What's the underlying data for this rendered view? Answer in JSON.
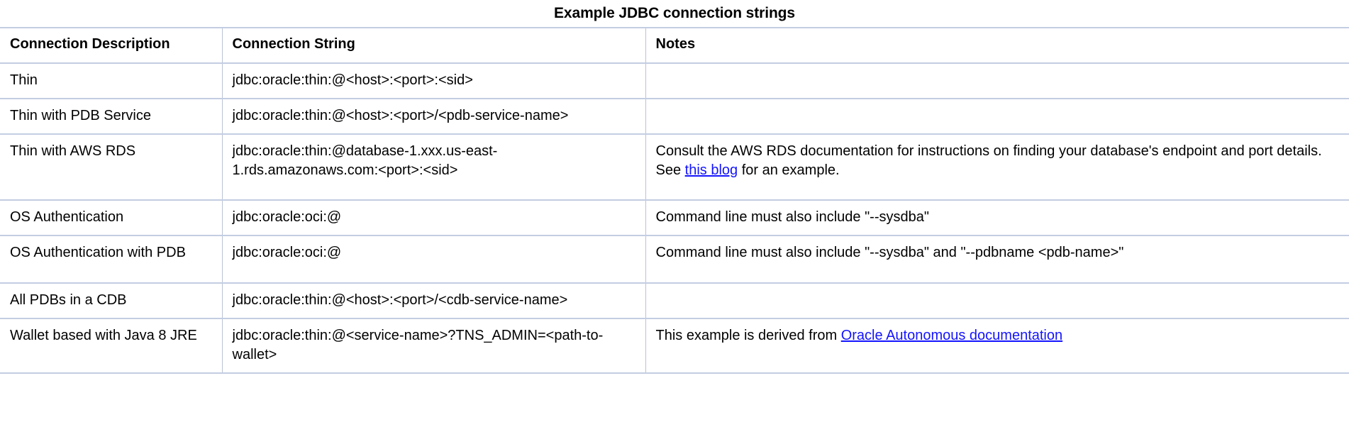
{
  "title": "Example JDBC connection strings",
  "theme": {
    "border_color": "#c3cde2",
    "inner_border_color": "#b9c3d6",
    "link_color": "#1414ff",
    "text_color": "#000000",
    "background": "#ffffff"
  },
  "table": {
    "columns": [
      {
        "key": "description",
        "label": "Connection Description"
      },
      {
        "key": "connection_string",
        "label": "Connection String"
      },
      {
        "key": "notes",
        "label": "Notes"
      }
    ],
    "rows": [
      {
        "description": "Thin",
        "connection_string": "jdbc:oracle:thin:@<host>:<port>:<sid>",
        "notes": ""
      },
      {
        "description": "Thin with PDB Service",
        "connection_string": "jdbc:oracle:thin:@<host>:<port>/<pdb-service-name>",
        "notes": ""
      },
      {
        "description": "Thin with AWS RDS",
        "connection_string": "jdbc:oracle:thin:@database-1.xxx.us-east-1.rds.amazonaws.com:<port>:<sid>",
        "notes_before_link": "Consult the AWS RDS documentation for instructions on finding your database's endpoint and port details.  See ",
        "notes_link_text": "this blog",
        "notes_after_link": " for an example."
      },
      {
        "description": "OS Authentication",
        "connection_string": "jdbc:oracle:oci:@",
        "notes": "Command line must also include \"--sysdba\""
      },
      {
        "description": "OS Authentication with PDB",
        "connection_string": "jdbc:oracle:oci:@",
        "notes": "Command line must also include \"--sysdba\" and \"--pdbname <pdb-name>\""
      },
      {
        "description": "All PDBs in a CDB",
        "connection_string": "jdbc:oracle:thin:@<host>:<port>/<cdb-service-name>",
        "notes": ""
      },
      {
        "description": "Wallet based with Java 8 JRE",
        "connection_string": "jdbc:oracle:thin:@<service-name>?TNS_ADMIN=<path-to-wallet>",
        "notes_before_link": "This example is derived from ",
        "notes_link_text": "Oracle Autonomous documentation",
        "notes_after_link": ""
      }
    ]
  }
}
